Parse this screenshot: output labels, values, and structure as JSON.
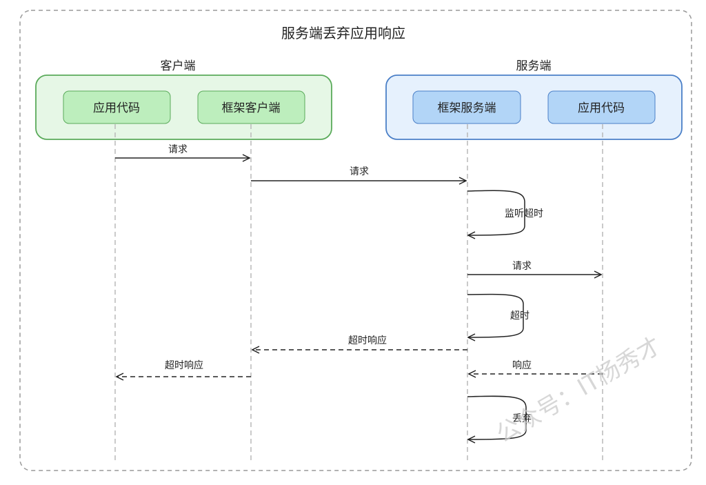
{
  "title": "服务端丢弃应用响应",
  "client": {
    "group_label": "客户端",
    "participants": [
      "应用代码",
      "框架客户端"
    ]
  },
  "server": {
    "group_label": "服务端",
    "participants": [
      "框架服务端",
      "应用代码"
    ]
  },
  "messages": [
    {
      "label": "请求",
      "from": "client-app",
      "to": "client-framework",
      "style": "solid"
    },
    {
      "label": "请求",
      "from": "client-framework",
      "to": "server-framework",
      "style": "solid"
    },
    {
      "label": "监听超时",
      "from": "server-framework",
      "to": "server-framework",
      "style": "self"
    },
    {
      "label": "请求",
      "from": "server-framework",
      "to": "server-app",
      "style": "solid"
    },
    {
      "label": "超时",
      "from": "server-framework",
      "to": "server-framework",
      "style": "self"
    },
    {
      "label": "超时响应",
      "from": "server-framework",
      "to": "client-framework",
      "style": "dashed"
    },
    {
      "label": "超时响应",
      "from": "client-framework",
      "to": "client-app",
      "style": "dashed"
    },
    {
      "label": "响应",
      "from": "server-app",
      "to": "server-framework",
      "style": "dashed"
    },
    {
      "label": "丢弃",
      "from": "server-framework",
      "to": "server-framework",
      "style": "self"
    }
  ],
  "watermark": "公众号：IT杨秀才",
  "colors": {
    "client_fill": "#e6f7e6",
    "client_stroke": "#5aaa5a",
    "client_box_fill": "#bdeebd",
    "server_fill": "#e6f1fd",
    "server_stroke": "#4a7fc7",
    "server_box_fill": "#b2d5f7",
    "lifeline": "#b8b8b8",
    "arrow": "#222222",
    "outer_border": "#999999"
  }
}
